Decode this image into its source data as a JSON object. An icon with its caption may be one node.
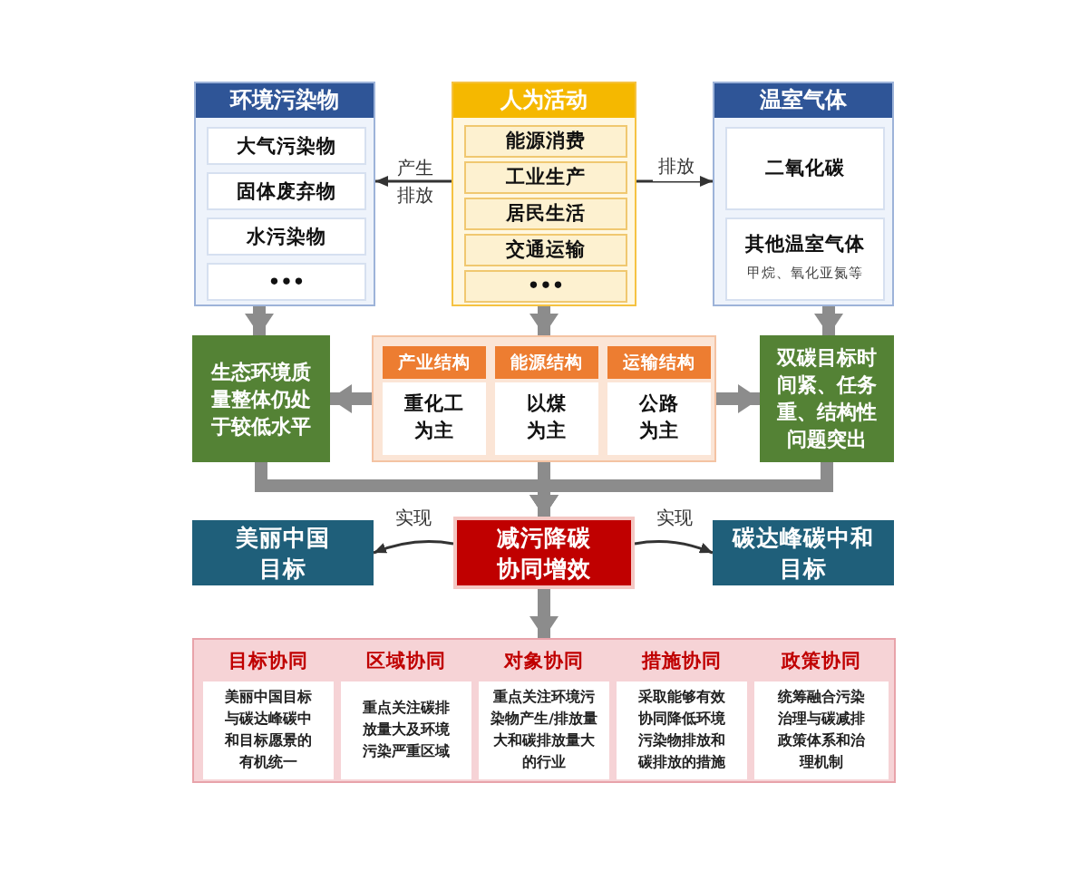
{
  "diagram": {
    "nodes": [
      {
        "text": [
          "环境污染物"
        ]
      },
      {
        "text": [
          "大气污染物"
        ],
        "in": 0
      },
      {
        "text": [
          "固体废弃物"
        ],
        "in": 0
      },
      {
        "text": [
          "水污染物"
        ],
        "in": 0
      },
      {
        "text": [
          "•••"
        ],
        "in": 0
      },
      {
        "text": [
          "人为活动"
        ]
      },
      {
        "text": [
          "能源消费"
        ],
        "in": 5
      },
      {
        "text": [
          "工业生产"
        ],
        "in": 5
      },
      {
        "text": [
          "居民生活"
        ],
        "in": 5
      },
      {
        "text": [
          "交通运输"
        ],
        "in": 5
      },
      {
        "text": [
          "•••"
        ],
        "in": 5
      },
      {
        "text": [
          "温室气体"
        ]
      },
      {
        "text": [
          "二氧化碳"
        ],
        "in": 11
      },
      {
        "text": [
          "其他温室气体",
          "甲烷、氧化亚氮等"
        ],
        "in": 11
      },
      {
        "text": [
          "生态环境质量整体仍处于较低水平"
        ]
      },
      {
        "text": [],
        "shape": "box"
      },
      {
        "text": [
          "产业结构",
          "重化工为主"
        ],
        "in": 15
      },
      {
        "text": [
          "能源结构",
          "以煤为主"
        ],
        "in": 15
      },
      {
        "text": [
          "运输结构",
          "公路为主"
        ],
        "in": 15
      },
      {
        "text": [
          "双碳目标时间紧、任务重、结构性问题突出"
        ]
      },
      {
        "text": [
          "美丽中国目标"
        ]
      },
      {
        "text": [
          "减污降碳协同增效"
        ]
      },
      {
        "text": [
          "碳达峰碳中和目标"
        ]
      },
      {
        "text": [],
        "shape": "box"
      },
      {
        "text": [
          "目标协同",
          "美丽中国目标与碳达峰碳中和目标愿景的有机统一"
        ],
        "in": 23
      },
      {
        "text": [
          "区域协同",
          "重点关注碳排放量大及环境污染严重区域"
        ],
        "in": 23
      },
      {
        "text": [
          "对象协同",
          "重点关注环境污染物产生/排放量大和碳排放量大的行业"
        ],
        "in": 23
      },
      {
        "text": [
          "措施协同",
          "采取能够有效协同降低环境污染物排放和碳排放的措施"
        ],
        "in": 23
      },
      {
        "text": [
          "政策协同",
          "统筹融合污染治理与碳减排政策体系和治理机制"
        ],
        "in": 23
      }
    ],
    "edges": [
      {
        "from": 5,
        "to": 0,
        "arrow": "to",
        "label": "产生排放",
        "color": "#333333"
      },
      {
        "from": 5,
        "to": 11,
        "arrow": "to",
        "label": "排放",
        "color": "#333333"
      },
      {
        "from": 0,
        "to": 14,
        "arrow": "to"
      },
      {
        "from": 5,
        "to": 15,
        "arrow": "to"
      },
      {
        "from": 11,
        "to": 19,
        "arrow": "to"
      },
      {
        "from": 15,
        "to": 14,
        "arrow": "to"
      },
      {
        "from": 15,
        "to": 19,
        "arrow": "to"
      },
      {
        "from": 14,
        "to": 21,
        "arrow": "to"
      },
      {
        "from": 15,
        "to": 21,
        "arrow": "to"
      },
      {
        "from": 19,
        "to": 21,
        "arrow": "to"
      },
      {
        "from": 21,
        "to": 20,
        "arrow": "to",
        "label": "实现",
        "color": "#333333"
      },
      {
        "from": 21,
        "to": 22,
        "arrow": "to",
        "label": "实现",
        "color": "#333333"
      },
      {
        "from": 21,
        "to": 23,
        "arrow": "to"
      }
    ]
  }
}
